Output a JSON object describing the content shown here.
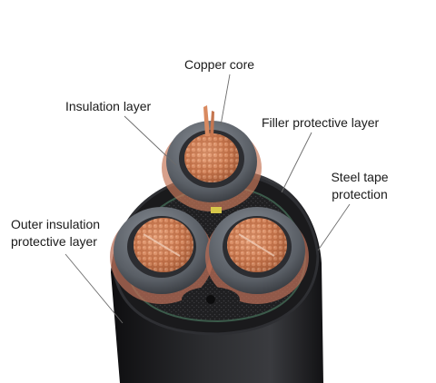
{
  "labels": {
    "copper_core": "Copper core",
    "insulation_layer": "Insulation layer",
    "filler_protective_layer": "Filler protective layer",
    "steel_tape_line1": "Steel tape",
    "steel_tape_line2": "protection",
    "outer_insulation_line1": "Outer insulation",
    "outer_insulation_line2": "protective layer"
  },
  "colors": {
    "outer_jacket": "#1e1e20",
    "insulation": "#5a5f66",
    "copper": "#c9774e",
    "filler": "#2a2a2c"
  }
}
